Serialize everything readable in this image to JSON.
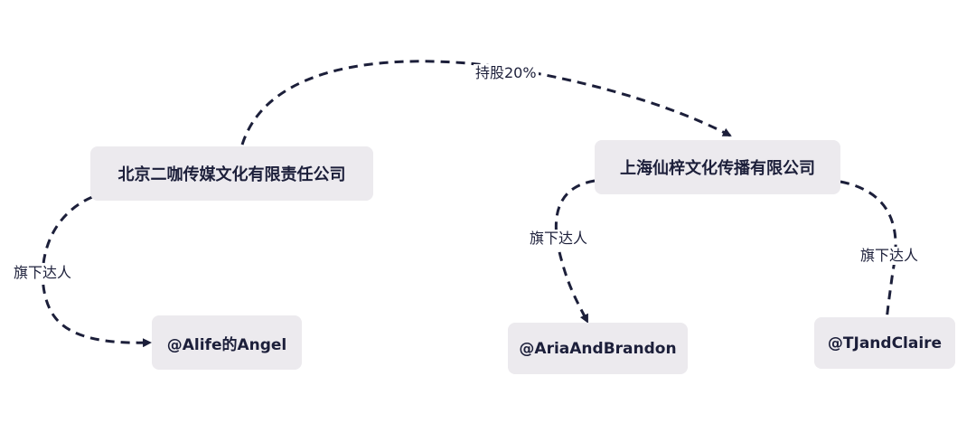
{
  "nodes": {
    "beijing": "北京二咖传媒文化有限责任公司",
    "shanghai": "上海仙梓文化传播有限公司",
    "alife": "@Alife的Angel",
    "aria": "@AriaAndBrandon",
    "tjand": "@TJandClaire"
  },
  "edges": {
    "stake": "持股20%",
    "talent_beijing": "旗下达人",
    "talent_aria": "旗下达人",
    "talent_tjand": "旗下达人"
  },
  "colors": {
    "node_fill": "#eceaee",
    "edge": "#1c1f3a",
    "text": "#1c1f3a"
  }
}
